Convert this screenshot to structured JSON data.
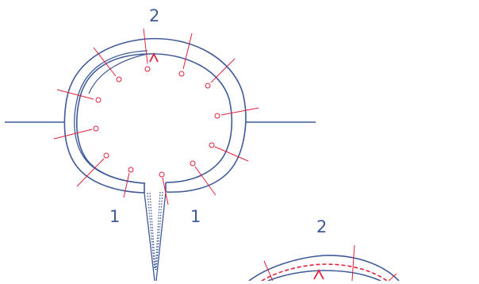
{
  "colors": {
    "line": "#3f5a98",
    "pin": "#e0213b",
    "label": "#3f5a98",
    "background": "#ffffff"
  },
  "labels": [
    {
      "id": "label-2-top",
      "text": "2"
    },
    {
      "id": "label-1-left",
      "text": "1"
    },
    {
      "id": "label-1-right",
      "text": "1"
    },
    {
      "id": "label-2-bottom",
      "text": "2"
    }
  ]
}
